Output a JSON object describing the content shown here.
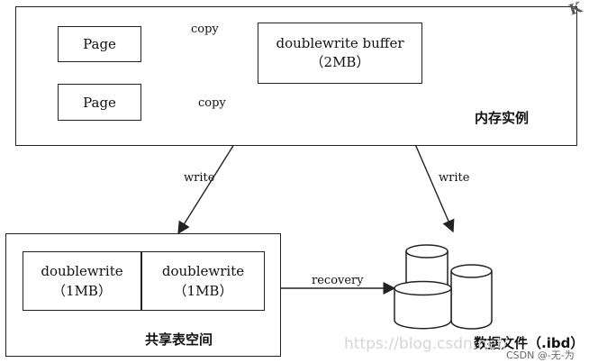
{
  "diagram": {
    "memory": {
      "label": "内存实例",
      "page_1": "Page",
      "page_2": "Page",
      "buffer_line_1": "doublewrite buffer",
      "buffer_line_2": "（2MB）",
      "copy_1": "copy",
      "copy_2": "copy"
    },
    "writes": {
      "left": "write",
      "right": "write"
    },
    "shared": {
      "label": "共享表空间",
      "block_1_line_1": "doublewrite",
      "block_1_line_2": "（1MB）",
      "block_2_line_1": "doublewrite",
      "block_2_line_2": "（1MB）"
    },
    "recovery": "recovery",
    "data_files": "数据文件（.ibd）",
    "corner_mark": "K",
    "watermark": "https://blog.csdn.net/",
    "credit": "CSDN @-无-为"
  }
}
